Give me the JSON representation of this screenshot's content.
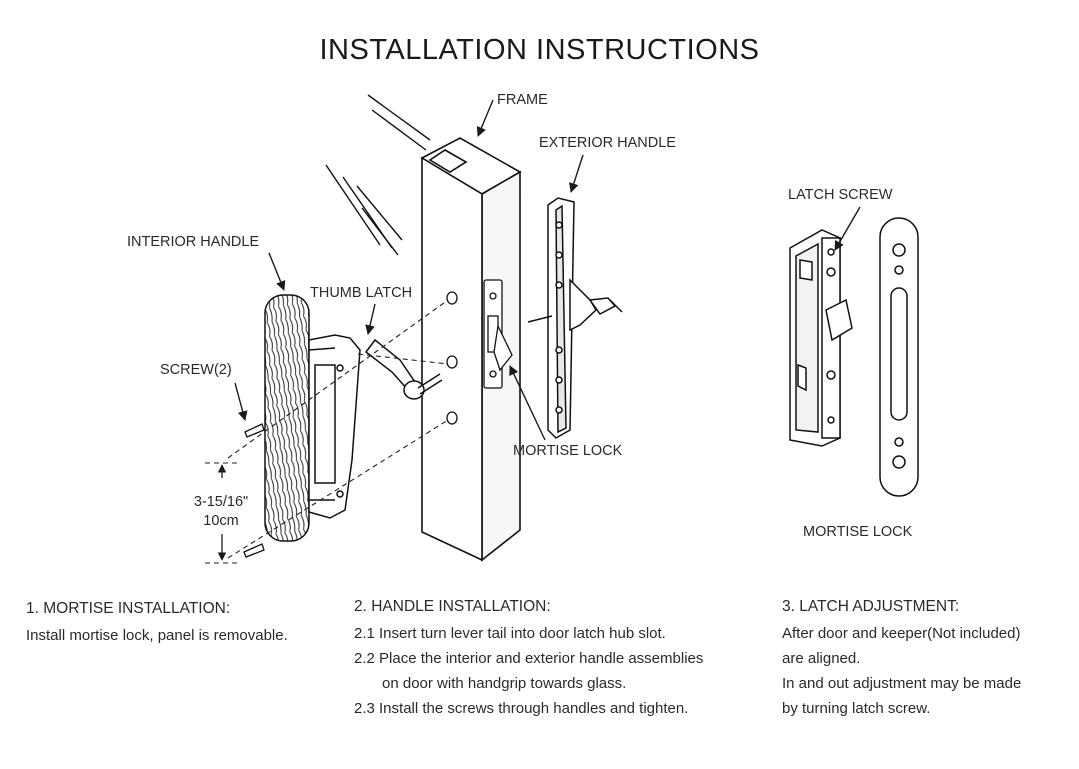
{
  "title": "INSTALLATION INSTRUCTIONS",
  "labels": {
    "frame": "FRAME",
    "exterior_handle": "EXTERIOR HANDLE",
    "interior_handle": "INTERIOR HANDLE",
    "thumb_latch": "THUMB LATCH",
    "screw": "SCREW(2)",
    "dim_in": "3-15/16\"",
    "dim_cm": "10cm",
    "mortise_lock": "MORTISE LOCK",
    "latch_screw": "LATCH SCREW",
    "mortise_lock_2": "MORTISE LOCK"
  },
  "steps": {
    "s1": {
      "head": "1. MORTISE INSTALLATION:",
      "lines": [
        "Install mortise lock, panel is removable."
      ]
    },
    "s2": {
      "head": "2. HANDLE INSTALLATION:",
      "lines": [
        "2.1 Insert turn lever tail into door latch hub slot.",
        "2.2 Place the interior and exterior handle assemblies",
        "on door with handgrip towards glass.",
        "2.3 Install the screws through handles and tighten."
      ]
    },
    "s3": {
      "head": "3. LATCH ADJUSTMENT:",
      "lines": [
        "After door and keeper(Not included)",
        "are aligned.",
        "In and out adjustment may be made",
        "by turning latch screw."
      ]
    }
  }
}
